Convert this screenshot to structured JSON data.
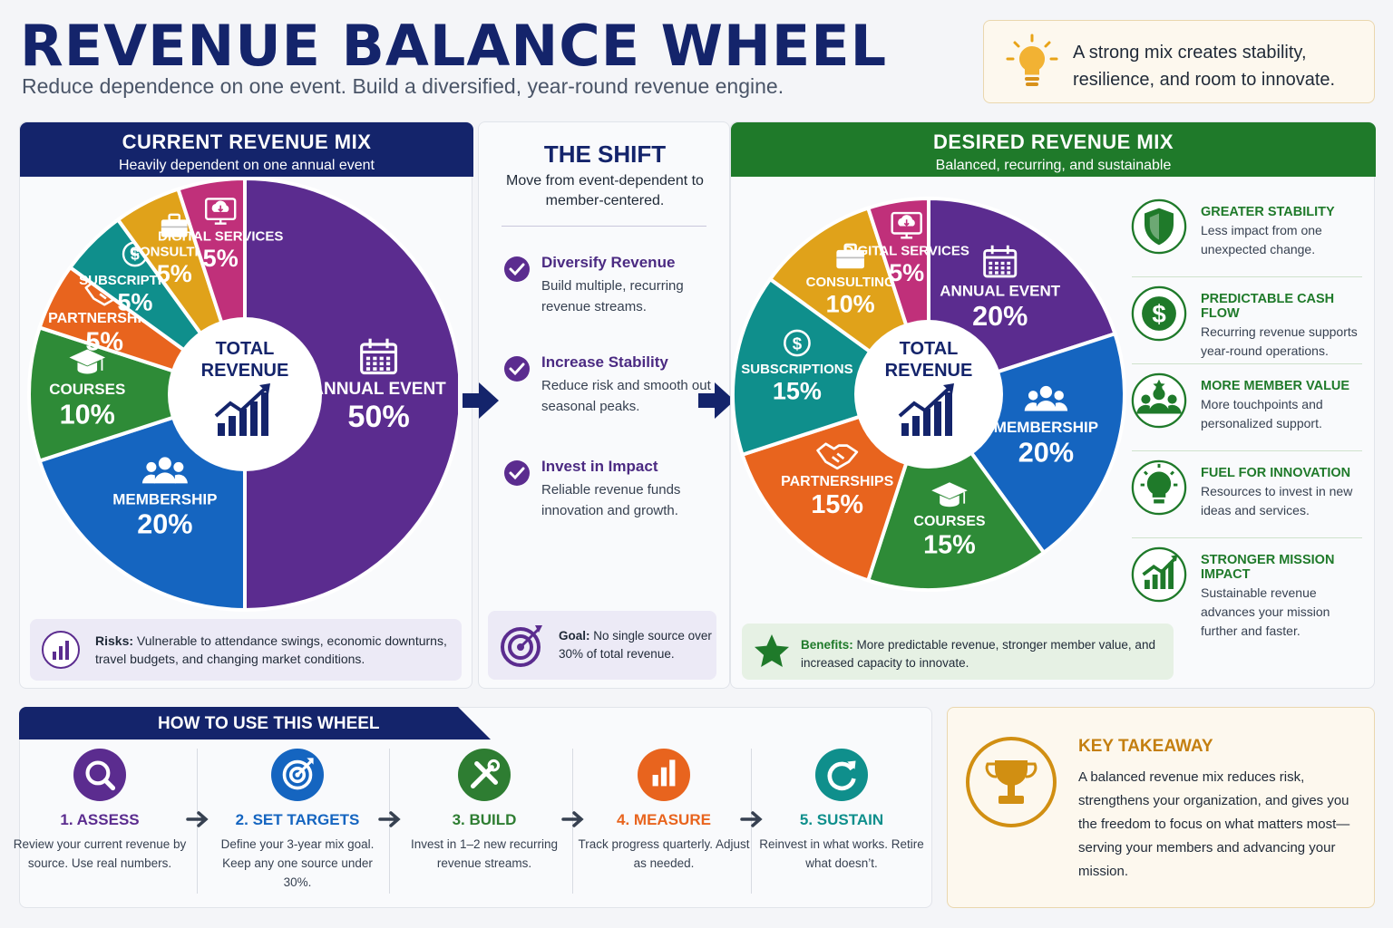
{
  "header": {
    "title": "REVENUE BALANCE WHEEL",
    "subtitle": "Reduce dependence on one event. Build a diversified, year-round revenue engine.",
    "tip": "A strong mix creates stability, resilience, and room to innovate."
  },
  "current": {
    "title": "CURRENT REVENUE MIX",
    "subtitle": "Heavily dependent on one annual event",
    "center_label": [
      "TOTAL",
      "REVENUE"
    ],
    "note_label": "Risks:",
    "note_text": "Vulnerable to attendance swings, economic downturns, travel budgets, and changing market conditions."
  },
  "shift": {
    "title": "THE SHIFT",
    "subtitle": "Move from event-dependent to member-centered.",
    "items": [
      {
        "title": "Diversify Revenue",
        "desc": "Build multiple, recurring revenue streams."
      },
      {
        "title": "Increase Stability",
        "desc": "Reduce risk and smooth out seasonal peaks."
      },
      {
        "title": "Invest in Impact",
        "desc": "Reliable revenue funds innovation and growth."
      }
    ],
    "goal_label": "Goal:",
    "goal_text": "No single source over 30% of total revenue."
  },
  "desired": {
    "title": "DESIRED REVENUE MIX",
    "subtitle": "Balanced, recurring, and sustainable",
    "center_label": [
      "TOTAL",
      "REVENUE"
    ],
    "note_label": "Benefits:",
    "note_text": "More predictable revenue, stronger member value, and increased capacity to innovate.",
    "benefits": [
      {
        "title": "GREATER STABILITY",
        "desc": "Less impact from one unexpected change.",
        "icon": "shield-icon"
      },
      {
        "title": "PREDICTABLE CASH FLOW",
        "desc": "Recurring revenue supports year-round operations.",
        "icon": "dollar-icon"
      },
      {
        "title": "MORE MEMBER VALUE",
        "desc": "More touchpoints and personalized support.",
        "icon": "members-icon"
      },
      {
        "title": "FUEL FOR INNOVATION",
        "desc": "Resources to invest in new ideas and services.",
        "icon": "lightbulb-icon"
      },
      {
        "title": "STRONGER MISSION IMPACT",
        "desc": "Sustainable revenue advances your mission further and faster.",
        "icon": "growth-chart-icon"
      }
    ]
  },
  "how_to": {
    "title": "HOW TO USE THIS WHEEL",
    "steps": [
      {
        "title": "1. ASSESS",
        "desc": "Review your current revenue by source. Use real numbers.",
        "color": "#5b2c8f",
        "icon": "magnifier-icon"
      },
      {
        "title": "2. SET TARGETS",
        "desc": "Define your 3-year mix goal. Keep any one source under 30%.",
        "color": "#1565c0",
        "icon": "target-icon"
      },
      {
        "title": "3. BUILD",
        "desc": "Invest in 1–2 new recurring revenue streams.",
        "color": "#2e7d32",
        "icon": "tools-icon"
      },
      {
        "title": "4. MEASURE",
        "desc": "Track progress quarterly. Adjust as needed.",
        "color": "#e8641e",
        "icon": "bar-chart-icon"
      },
      {
        "title": "5. SUSTAIN",
        "desc": "Reinvest in what works. Retire what doesn’t.",
        "color": "#0f8f8c",
        "icon": "refresh-icon"
      }
    ]
  },
  "takeaway": {
    "title": "KEY TAKEAWAY",
    "text": "A balanced revenue mix reduces risk, strengthens your organization, and gives you the freedom to focus on what matters most—serving your members and advancing your mission."
  },
  "chart_data": [
    {
      "type": "pie",
      "title": "CURRENT REVENUE MIX",
      "unit": "%",
      "slices": [
        {
          "label": "ANNUAL EVENT",
          "value": 50,
          "color": "#5b2c8f",
          "icon": "calendar-icon"
        },
        {
          "label": "MEMBERSHIP",
          "value": 20,
          "color": "#1565c0",
          "icon": "people-icon"
        },
        {
          "label": "COURSES",
          "value": 10,
          "color": "#2e8b37",
          "icon": "graduation-cap-icon"
        },
        {
          "label": "PARTNERSHIPS",
          "value": 5,
          "color": "#e8641e",
          "icon": "handshake-icon"
        },
        {
          "label": "SUBSCRIPTIONS",
          "value": 5,
          "color": "#0f8f8c",
          "icon": "dollar-coin-icon"
        },
        {
          "label": "CONSULTING",
          "value": 5,
          "color": "#e0a21a",
          "icon": "briefcase-icon"
        },
        {
          "label": "DIGITAL SERVICES",
          "value": 5,
          "color": "#c0307a",
          "icon": "monitor-cloud-icon"
        }
      ]
    },
    {
      "type": "pie",
      "title": "DESIRED REVENUE MIX",
      "unit": "%",
      "slices": [
        {
          "label": "ANNUAL EVENT",
          "value": 20,
          "color": "#5b2c8f",
          "icon": "calendar-icon"
        },
        {
          "label": "MEMBERSHIP",
          "value": 20,
          "color": "#1565c0",
          "icon": "people-icon"
        },
        {
          "label": "COURSES",
          "value": 15,
          "color": "#2e8b37",
          "icon": "graduation-cap-icon"
        },
        {
          "label": "PARTNERSHIPS",
          "value": 15,
          "color": "#e8641e",
          "icon": "handshake-icon"
        },
        {
          "label": "SUBSCRIPTIONS",
          "value": 15,
          "color": "#0f8f8c",
          "icon": "dollar-coin-icon"
        },
        {
          "label": "CONSULTING",
          "value": 10,
          "color": "#e0a21a",
          "icon": "briefcase-icon"
        },
        {
          "label": "DIGITAL SERVICES",
          "value": 5,
          "color": "#c0307a",
          "icon": "monitor-cloud-icon"
        }
      ]
    }
  ]
}
